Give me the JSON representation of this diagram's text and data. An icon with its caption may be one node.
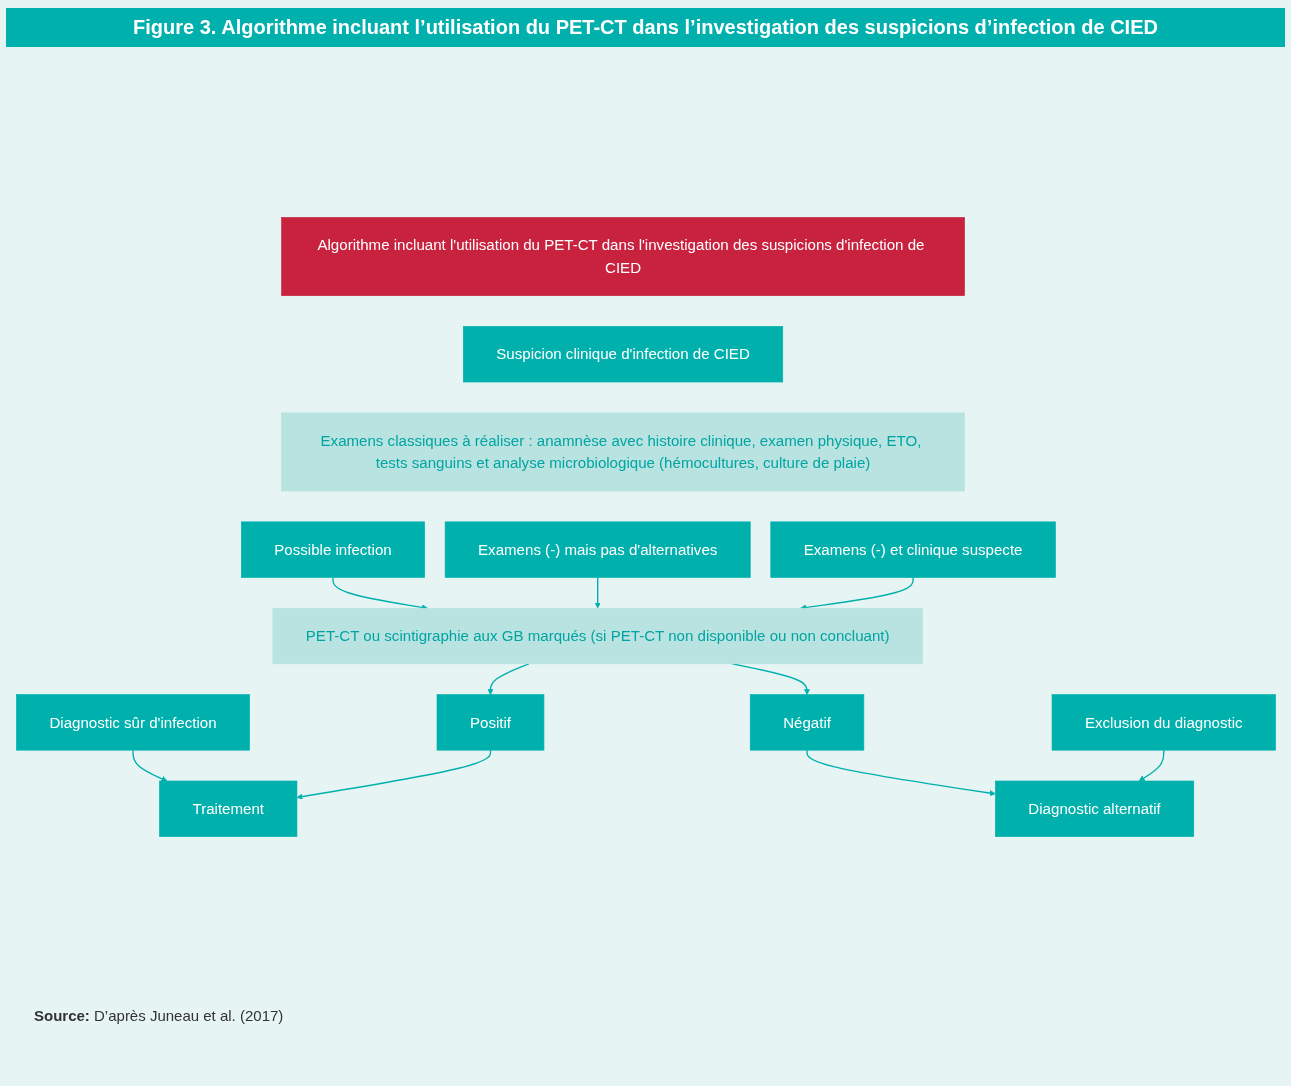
{
  "diagram": {
    "title": "Figure 3. Algorithme incluant l’utilisation du PET-CT dans l’investigation des suspicions d’infection de CIED",
    "nodes": [
      {
        "text": [
          "Algorithme incluant l'utilisation du PET-CT dans l'investigation des suspicions d'infection de CIED"
        ]
      },
      {
        "text": [
          "Suspicion clinique d'infection de CIED"
        ]
      },
      {
        "text": [
          "Examens classiques à réaliser : anamnèse avec histoire clinique, examen physique, ETO, tests sanguins et analyse microbiologique (hémocultures, culture de plaie)"
        ]
      },
      {
        "text": [
          "Diagnostic sûr d'infection"
        ]
      },
      {
        "text": [
          "Possible infection"
        ]
      },
      {
        "text": [
          "Examens (-) mais pas d'alternatives"
        ]
      },
      {
        "text": [
          "Examens (-) et clinique suspecte"
        ]
      },
      {
        "text": [
          "Exclusion du diagnostic"
        ]
      },
      {
        "text": [
          "PET-CT ou scintigraphie aux GB marqués (si PET-CT non disponible ou non concluant)"
        ]
      },
      {
        "text": [
          "Traitement"
        ]
      },
      {
        "text": [
          "Positif"
        ]
      },
      {
        "text": [
          "Négatif"
        ]
      },
      {
        "text": [
          "Diagnostic alternatif"
        ]
      }
    ],
    "edges": [
      {
        "from": 3,
        "to": 9,
        "arrow": "to"
      },
      {
        "from": 4,
        "to": 8,
        "arrow": "to"
      },
      {
        "from": 5,
        "to": 8,
        "arrow": "to"
      },
      {
        "from": 6,
        "to": 8,
        "arrow": "to"
      },
      {
        "from": 7,
        "to": 12,
        "arrow": "to"
      },
      {
        "from": 8,
        "to": 10,
        "arrow": "to"
      },
      {
        "from": 8,
        "to": 11,
        "arrow": "to"
      },
      {
        "from": 10,
        "to": 9,
        "arrow": "to"
      },
      {
        "from": 11,
        "to": 12,
        "arrow": "to"
      }
    ],
    "caption": "**Source:** D’après Juneau et al. (2017)"
  }
}
